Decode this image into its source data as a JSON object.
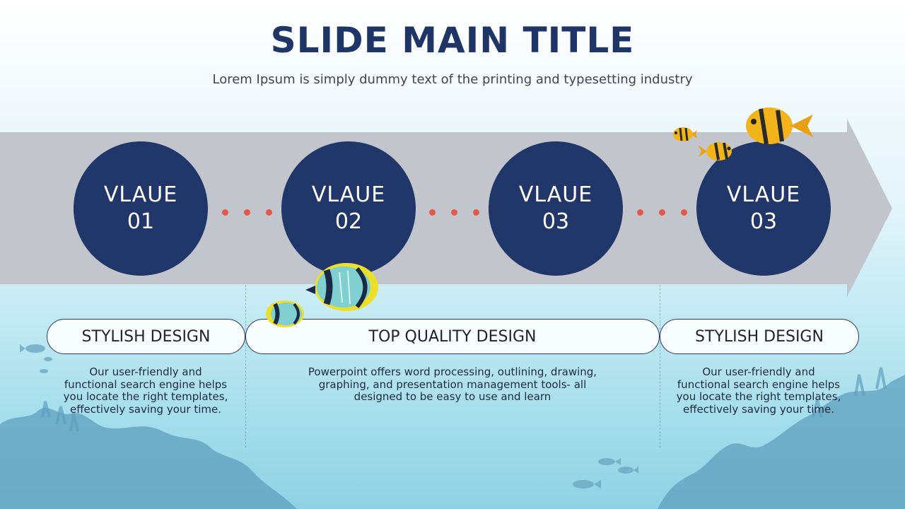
{
  "slide": {
    "title": "SLIDE MAIN TITLE",
    "subtitle": "Lorem Ipsum is simply dummy text of the printing and typesetting industry"
  },
  "steps": [
    {
      "label": "VLAUE",
      "number": "01"
    },
    {
      "label": "VLAUE",
      "number": "02"
    },
    {
      "label": "VLAUE",
      "number": "03"
    },
    {
      "label": "VLAUE",
      "number": "03"
    }
  ],
  "sections": [
    {
      "heading": "STYLISH DESIGN",
      "text": "Our user-friendly and functional search engine helps you locate the right templates, effectively saving your time."
    },
    {
      "heading": "TOP QUALITY DESIGN",
      "text": "Powerpoint offers word processing, outlining, drawing, graphing, and presentation management tools- all designed to be easy to use and learn"
    },
    {
      "heading": "STYLISH DESIGN",
      "text": "Our user-friendly and functional search engine helps you locate the right templates, effectively saving your time."
    }
  ],
  "colors": {
    "navy": "#21376a",
    "arrow": "#c2c6cc",
    "dots": "#e05a4e",
    "water": "#8fd2e4"
  },
  "decorations": [
    "reef-silhouette",
    "yellow-fish-icon",
    "butterfly-fish-icon"
  ]
}
